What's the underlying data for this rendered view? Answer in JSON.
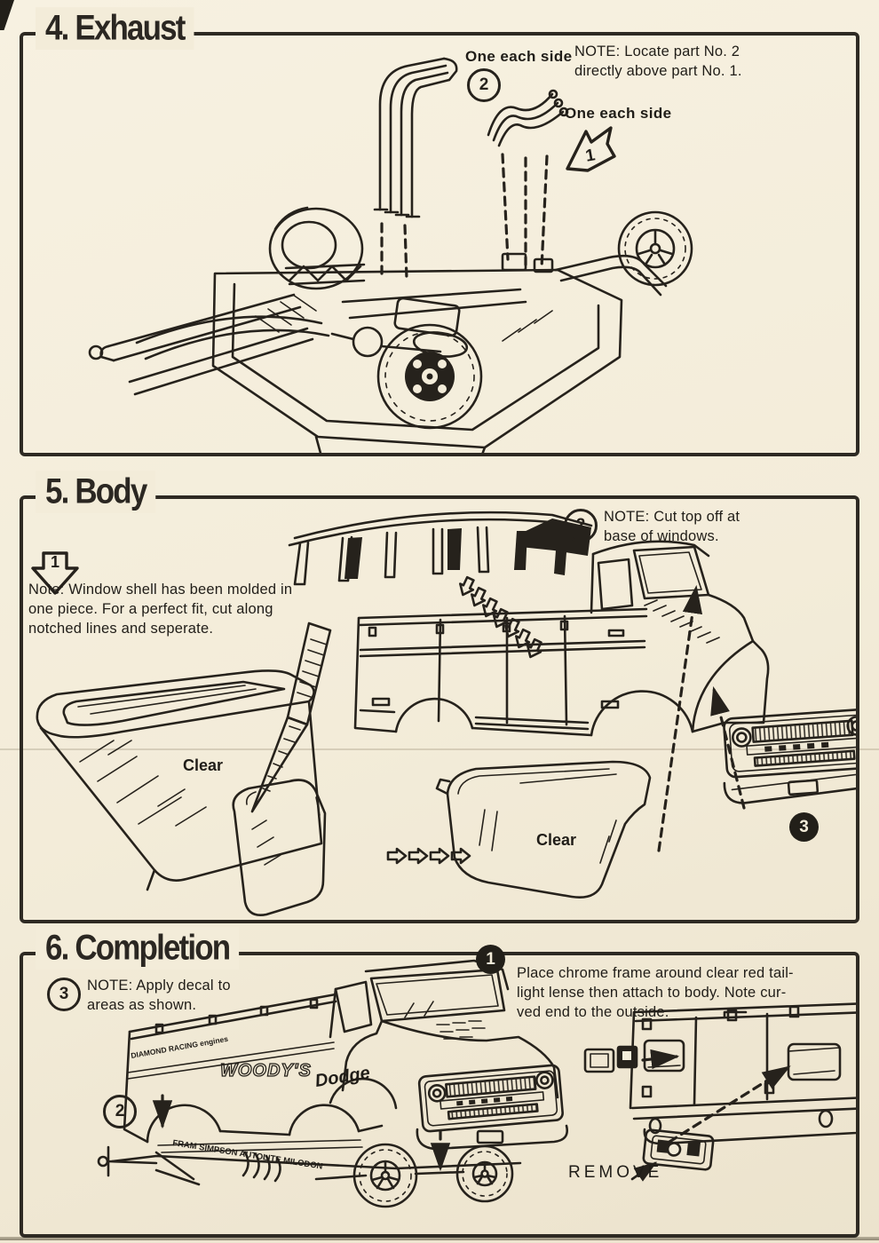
{
  "page": {
    "bg": "#f3ecd9",
    "ink": "#26221c"
  },
  "sections": {
    "exhaust": {
      "title": "4. Exhaust",
      "label_top": "One each side",
      "marker_top": "2",
      "note": "NOTE: Locate part No. 2\ndirectly above part No. 1.",
      "label_side": "One each side",
      "marker_side": "1"
    },
    "body": {
      "title": "5. Body",
      "marker_cut": "1",
      "note_window": "Note: Window shell has been molded in\none piece. For a perfect fit, cut along\nnotched lines and seperate.",
      "marker_top": "2",
      "note_top": "NOTE: Cut top off at\nbase of windows.",
      "clear_bed": "Clear",
      "clear_cab": "Clear",
      "marker_grille": "3"
    },
    "completion": {
      "title": "6. Completion",
      "marker_decal": "3",
      "note_decal": "NOTE: Apply decal to\nareas as shown.",
      "marker_tail": "1",
      "step_tail": "Place chrome frame around clear red tail-\nlight lense then attach to body. Note cur-\nved end to the outside.",
      "marker_body": "2",
      "remove_label": "REMOVE",
      "decals": {
        "engines": "DIAMOND RACING engines",
        "woodys": "WOODY'S",
        "brand": "Dodge",
        "sill": "FRAM SIMPSON AUTOLITE MILODON"
      }
    }
  }
}
